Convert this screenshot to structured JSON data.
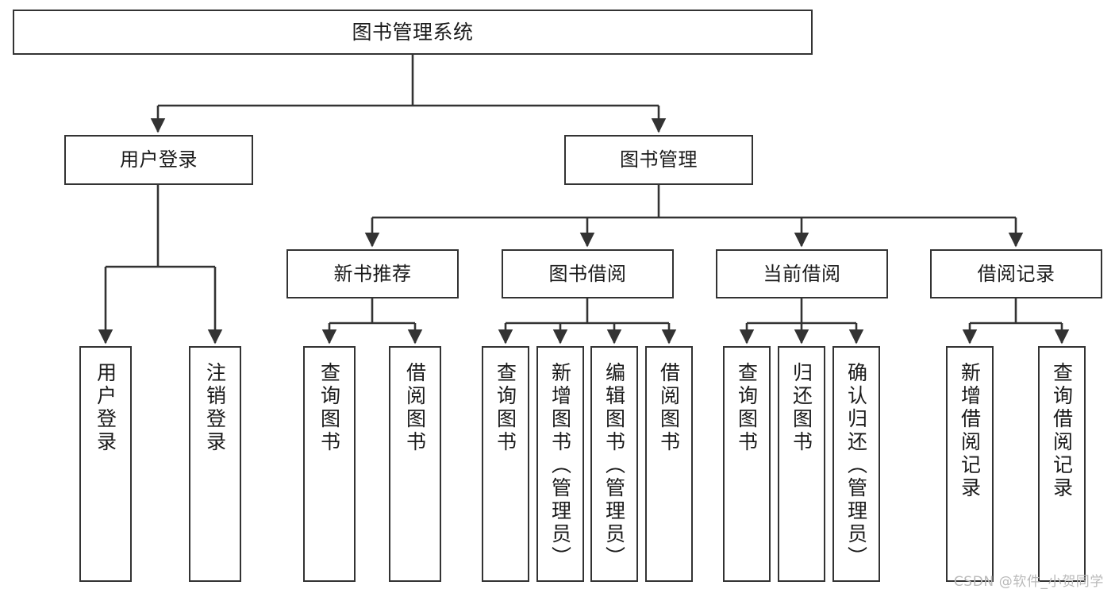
{
  "diagram": {
    "title": "图书管理系统",
    "type": "tree-hierarchy-diagram",
    "watermark": "CSDN @软件_小贺同学",
    "colors": {
      "node_border": "#333333",
      "node_fill": "#ffffff",
      "edge": "#333333",
      "text": "#1a1a1a",
      "watermark": "#b9b9b9",
      "background": "#ffffff"
    },
    "nodes": {
      "root": {
        "label": "图书管理系统"
      },
      "level2": [
        {
          "label": "用户登录"
        },
        {
          "label": "图书管理"
        }
      ],
      "level3": [
        {
          "label": "新书推荐"
        },
        {
          "label": "图书借阅"
        },
        {
          "label": "当前借阅"
        },
        {
          "label": "借阅记录"
        }
      ],
      "leaves": {
        "user_login": [
          {
            "label": "用户登录"
          },
          {
            "label": "注销登录"
          }
        ],
        "new_book_recommend": [
          {
            "label": "查询图书"
          },
          {
            "label": "借阅图书"
          }
        ],
        "book_borrow": [
          {
            "label": "查询图书"
          },
          {
            "label": "新增图书（管理员）"
          },
          {
            "label": "编辑图书（管理员）"
          },
          {
            "label": "借阅图书"
          }
        ],
        "current_borrow": [
          {
            "label": "查询图书"
          },
          {
            "label": "归还图书"
          },
          {
            "label": "确认归还（管理员）"
          }
        ],
        "borrow_record": [
          {
            "label": "新增借阅记录"
          },
          {
            "label": "查询借阅记录"
          }
        ]
      }
    }
  }
}
